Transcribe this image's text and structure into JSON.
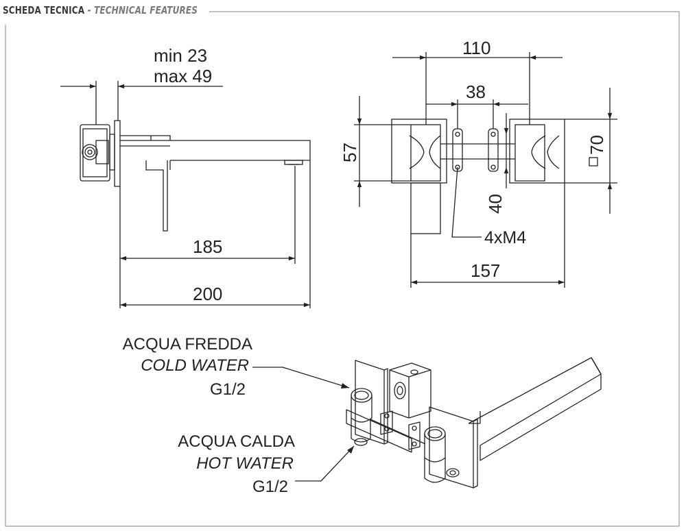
{
  "header": {
    "title_it": "SCHEDA TECNICA",
    "separator": "-",
    "title_en": "TECHNICAL FEATURES"
  },
  "side_view": {
    "depth_min": "min 23",
    "depth_max": "max 49",
    "spout_reach": "185",
    "overall_length": "200"
  },
  "front_view": {
    "plate_span": "110",
    "centers": "38",
    "plate_height": "57",
    "total_height": "70",
    "lower_offset": "40",
    "screws": "4xM4",
    "overall_width": "157"
  },
  "iso_view": {
    "cold_it": "ACQUA FREDDA",
    "cold_en": "COLD WATER",
    "cold_thread": "G1/2",
    "hot_it": "ACQUA CALDA",
    "hot_en": "HOT WATER",
    "hot_thread": "G1/2"
  },
  "colors": {
    "line": "#222222",
    "frame": "#9a9a9a"
  }
}
